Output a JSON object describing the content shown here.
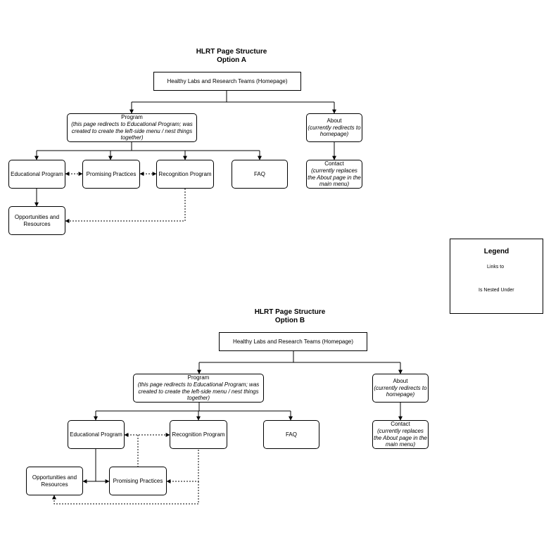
{
  "option_a": {
    "title_line1": "HLRT Page Structure",
    "title_line2": "Option A",
    "homepage": "Healthy Labs and Research Teams (Homepage)",
    "program": "Program",
    "program_note": "(this page redirects to Educational Program; was created to create the left-side menu / nest things together)",
    "about": "About",
    "about_note": "(currently redirects to homepage)",
    "contact": "Contact",
    "contact_note": "(currently replaces the About page in the main menu)",
    "educational_program": "Educational Program",
    "promising_practices": "Promising Practices",
    "recognition_program": "Recognition Program",
    "faq": "FAQ",
    "opportunities": "Opportunities and Resources"
  },
  "option_b": {
    "title_line1": "HLRT Page Structure",
    "title_line2": "Option B",
    "homepage": "Healthy Labs and Research Teams (Homepage)",
    "program": "Program",
    "program_note": "(this page redirects to Educational Program; was created to create the left-side menu / nest things together)",
    "about": "About",
    "about_note": "(currently redirects to homepage)",
    "contact": "Contact",
    "contact_note": "(currently replaces the About page in the main menu)",
    "educational_program": "Educational Program",
    "recognition_program": "Recognition Program",
    "faq": "FAQ",
    "opportunities": "Opportunities and Resources",
    "promising_practices": "Promising Practices"
  },
  "legend": {
    "title": "Legend",
    "links_to": "Links to",
    "nested_under": "Is Nested Under"
  }
}
